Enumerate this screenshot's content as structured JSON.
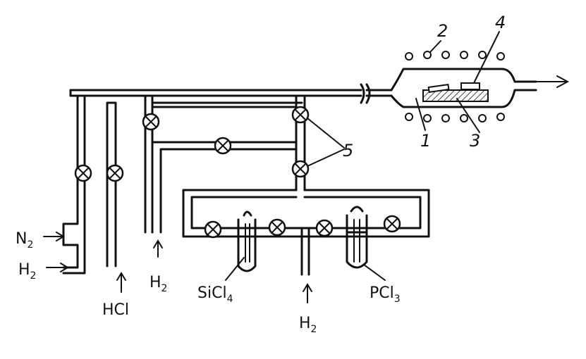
{
  "labels": {
    "n2": {
      "main": "N",
      "sub": "2"
    },
    "h2_left": {
      "main": "H",
      "sub": "2"
    },
    "hcl": "HCl",
    "h2_mid": {
      "main": "H",
      "sub": "2"
    },
    "sicl4": {
      "main": "SiCl",
      "sub": "4"
    },
    "h2_bottom": {
      "main": "H",
      "sub": "2"
    },
    "pcl3": {
      "main": "PCl",
      "sub": "3"
    }
  },
  "numbers": {
    "n1": "1",
    "n2": "2",
    "n3": "3",
    "n4": "4",
    "n5": "5"
  }
}
